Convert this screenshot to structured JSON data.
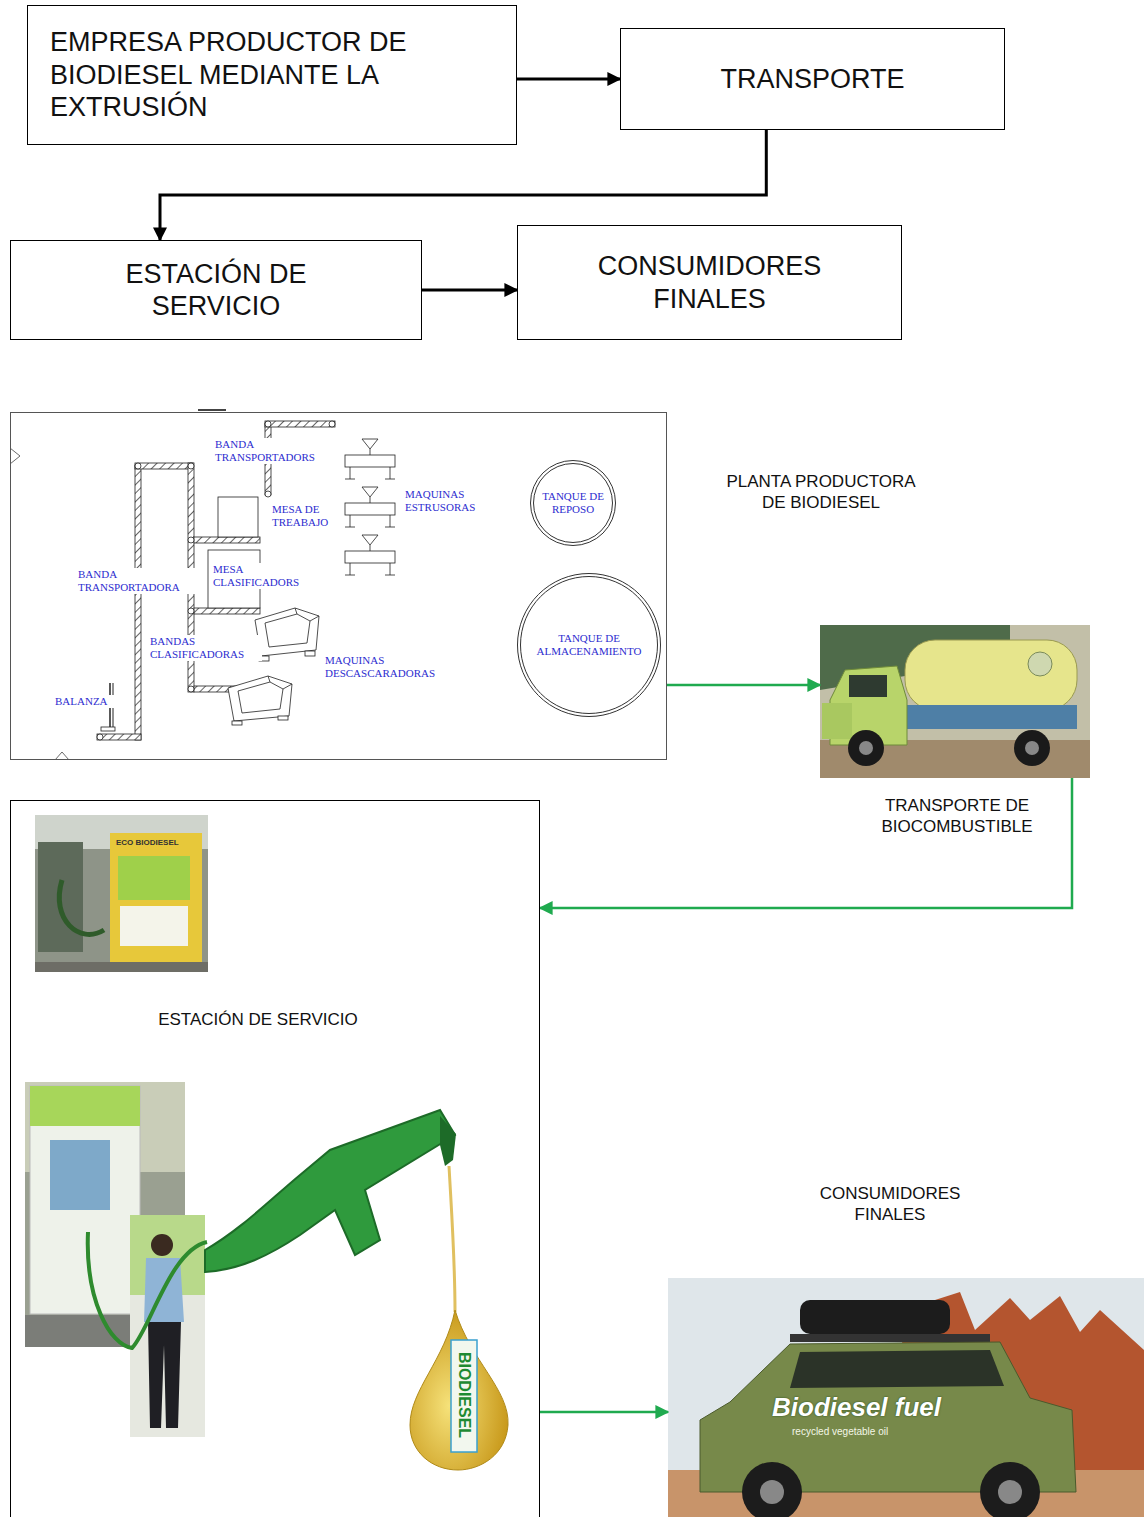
{
  "diagram": {
    "nodes": [
      {
        "text": [
          "EMPRESA PRODUCTOR DE BIODIESEL MEDIANTE LA EXTRUSIÓN"
        ]
      },
      {
        "text": [
          "TRANSPORTE"
        ]
      },
      {
        "text": [
          "ESTACIÓN DE SERVICIO"
        ]
      },
      {
        "text": [
          "CONSUMIDORES FINALES"
        ]
      },
      {
        "text": [
          "PLANTA PRODUCTORA DE BIODIESEL"
        ]
      },
      {
        "text": [
          "TANQUE DE REPOSO"
        ],
        "in": 4
      },
      {
        "text": [
          "TANQUE DE ALMACENAMIENTO"
        ],
        "in": 4
      },
      {
        "text": [
          "TRANSPORTE DE BIOCOMBUSTIBLE"
        ]
      },
      {
        "text": [
          "ESTACIÓN DE SERVICIO"
        ]
      },
      {
        "text": [
          "CONSUMIDORES FINALES"
        ]
      }
    ],
    "edges": [
      {
        "from": 0,
        "to": 1,
        "arrow": "to"
      },
      {
        "from": 1,
        "to": 2,
        "arrow": "to"
      },
      {
        "from": 2,
        "to": 3,
        "arrow": "to"
      },
      {
        "from": 4,
        "to": 7,
        "arrow": "to"
      },
      {
        "from": 7,
        "to": 8,
        "arrow": "to"
      },
      {
        "from": 8,
        "to": 9,
        "arrow": "to"
      }
    ],
    "labels": [
      "BANDA TRANSPORTADORS",
      "MAQUINAS ESTRUSORAS",
      "MESA DE TREABAJO",
      "MESA CLASIFICADORS",
      "BANDA TRANSPORTADORA",
      "BANDAS CLASIFICADORAS",
      "MAQUINAS DESCASCARADORAS",
      "BALANZA",
      "ECO BIODIESEL",
      "BIODIESEL",
      "Biodiesel fuel",
      "recycled vegetable oil"
    ]
  }
}
